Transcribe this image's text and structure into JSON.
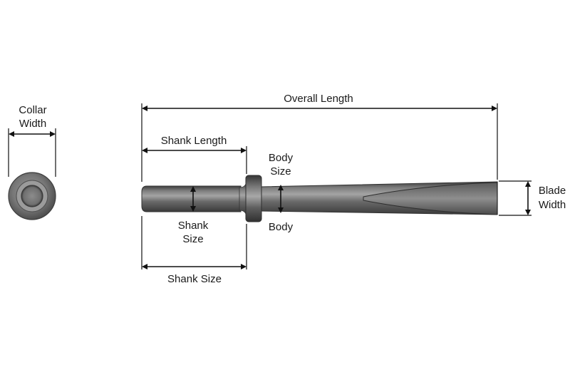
{
  "labels": {
    "collar_width": [
      "Collar",
      "Width"
    ],
    "overall_length": "Overall Length",
    "shank_length": "Shank Length",
    "body_size": [
      "Body",
      "Size"
    ],
    "body": "Body",
    "shank_size_inner": [
      "Shank",
      "Size"
    ],
    "shank_size_outer": "Shank Size",
    "blade_width": [
      "Blade",
      "Width"
    ]
  },
  "colors": {
    "steel_dark": "#4a4a4a",
    "steel_mid": "#6e6e6e",
    "steel_light": "#9a9a9a",
    "line": "#111111"
  }
}
